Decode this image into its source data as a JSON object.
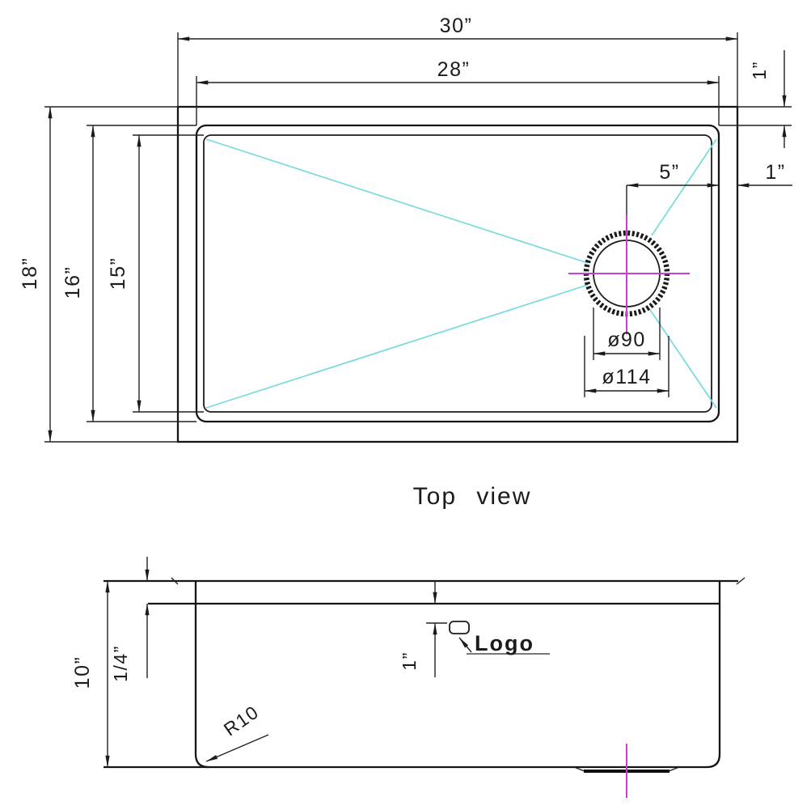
{
  "top_view": {
    "title": "Top view",
    "overall_width": "30”",
    "bowl_width": "28”",
    "overall_depth": "18”",
    "bowl_depth": "16”",
    "bowl_inner_depth": "15”",
    "drain_to_wall": "5”",
    "rim_right": "1”",
    "rim_top": "1”",
    "drain_hole_dia": "ø90",
    "drain_flange_dia": "ø114"
  },
  "side_view": {
    "height": "10”",
    "rim_thickness": "1/4”",
    "logo_offset": "1”",
    "corner_radius": "R10",
    "logo_label": "Logo"
  },
  "colors": {
    "line": "#1b1b1b",
    "centerline_magenta": "#c93ecb",
    "guide_cyan": "#76dbde"
  }
}
